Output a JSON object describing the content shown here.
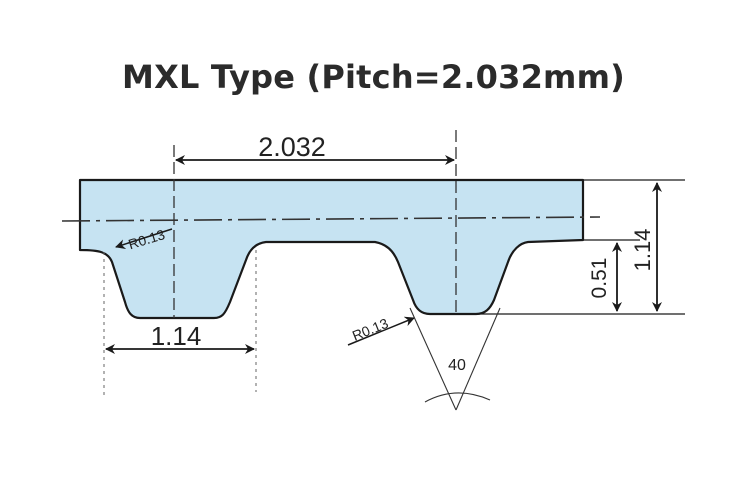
{
  "title": "MXL Type (Pitch=2.032mm)",
  "colors": {
    "belt_fill": "#c6e3f2",
    "outline": "#1a1a1a",
    "line": "#333333"
  },
  "dimensions": {
    "pitch": "2.032",
    "tooth_width": "1.14",
    "belt_height": "1.14",
    "tooth_height": "0.51",
    "radius_left": "R0.13",
    "radius_bottom": "R0.13",
    "angle": "40"
  }
}
